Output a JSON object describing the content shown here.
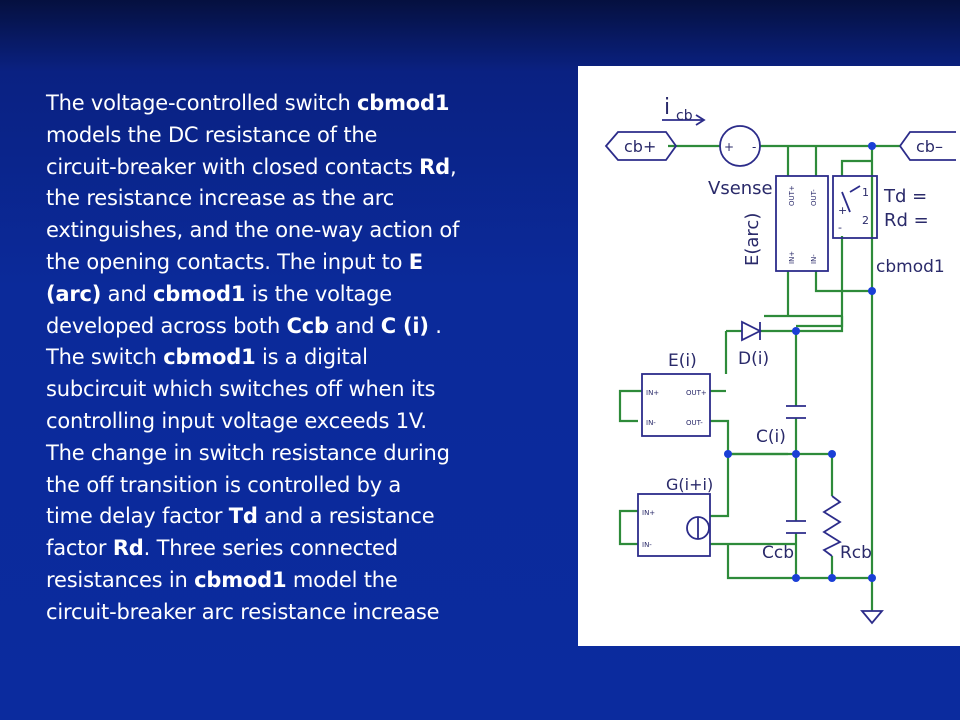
{
  "body_text": {
    "lines": [
      [
        {
          "t": "The voltage-controlled switch ",
          "b": false
        },
        {
          "t": "cbmod1",
          "b": true
        }
      ],
      [
        {
          "t": "models the DC resistance of the",
          "b": false
        }
      ],
      [
        {
          "t": "circuit-breaker with closed contacts ",
          "b": false
        },
        {
          "t": "Rd",
          "b": true
        },
        {
          "t": ",",
          "b": false
        }
      ],
      [
        {
          "t": "the resistance increase as the arc",
          "b": false
        }
      ],
      [
        {
          "t": "extinguishes, and the one-way action of",
          "b": false
        }
      ],
      [
        {
          "t": "the opening contacts. The input to ",
          "b": false
        },
        {
          "t": "E",
          "b": true
        }
      ],
      [
        {
          "t": "(arc)",
          "b": true
        },
        {
          "t": " and ",
          "b": false
        },
        {
          "t": "cbmod1",
          "b": true
        },
        {
          "t": " is the voltage",
          "b": false
        }
      ],
      [
        {
          "t": "developed across both ",
          "b": false
        },
        {
          "t": "Ccb",
          "b": true
        },
        {
          "t": " and ",
          "b": false
        },
        {
          "t": "C (i)",
          "b": true
        },
        {
          "t": " .",
          "b": false
        }
      ],
      [
        {
          "t": "The switch ",
          "b": false
        },
        {
          "t": "cbmod1",
          "b": true
        },
        {
          "t": " is a digital",
          "b": false
        }
      ],
      [
        {
          "t": "subcircuit which switches off when its",
          "b": false
        }
      ],
      [
        {
          "t": "controlling input voltage exceeds 1V.",
          "b": false
        }
      ],
      [
        {
          "t": "The change in switch resistance during",
          "b": false
        }
      ],
      [
        {
          "t": "the off transition is controlled by a",
          "b": false
        }
      ],
      [
        {
          "t": "time delay factor ",
          "b": false
        },
        {
          "t": "Td",
          "b": true
        },
        {
          "t": " and a resistance",
          "b": false
        }
      ],
      [
        {
          "t": "factor ",
          "b": false
        },
        {
          "t": "Rd",
          "b": true
        },
        {
          "t": ". Three series connected",
          "b": false
        }
      ],
      [
        {
          "t": "resistances in ",
          "b": false
        },
        {
          "t": "cbmod1",
          "b": true
        },
        {
          "t": " model the",
          "b": false
        }
      ],
      [
        {
          "t": "circuit-breaker arc resistance increase",
          "b": false
        }
      ]
    ]
  },
  "diagram": {
    "labels": {
      "icb_i": "i",
      "icb_sub": "cb",
      "cb_plus": "cb+",
      "cb_minus": "cb–",
      "sense_plus": "+",
      "sense_minus": "-",
      "vsense": "Vsense",
      "e_arc": "E(arc)",
      "e_arc_pin1": "OUT+",
      "e_arc_pin2": "OUT-",
      "e_arc_pin3": "IN+",
      "e_arc_pin4": "IN-",
      "sw_pin1": "1",
      "sw_pin2": "2",
      "sw_pin3": "+",
      "sw_pin4": "-",
      "td": "Td =",
      "rd": "Rd =",
      "cbmod1": "cbmod1",
      "ei": "E(i)",
      "ei_in_plus": "IN+",
      "ei_in_minus": "IN-",
      "ei_out_plus": "OUT+",
      "ei_out_minus": "OUT-",
      "di": "D(i)",
      "ci": "C(i)",
      "gii": "G(i+i)",
      "gii_in_plus": "IN+",
      "gii_in_minus": "IN-",
      "ccb": "Ccb",
      "rcb": "Rcb"
    },
    "colors": {
      "wire": "#2e8b3a",
      "component": "#2c2c8a",
      "node": "#1a3fd6",
      "label": "#2a2a6a"
    }
  }
}
